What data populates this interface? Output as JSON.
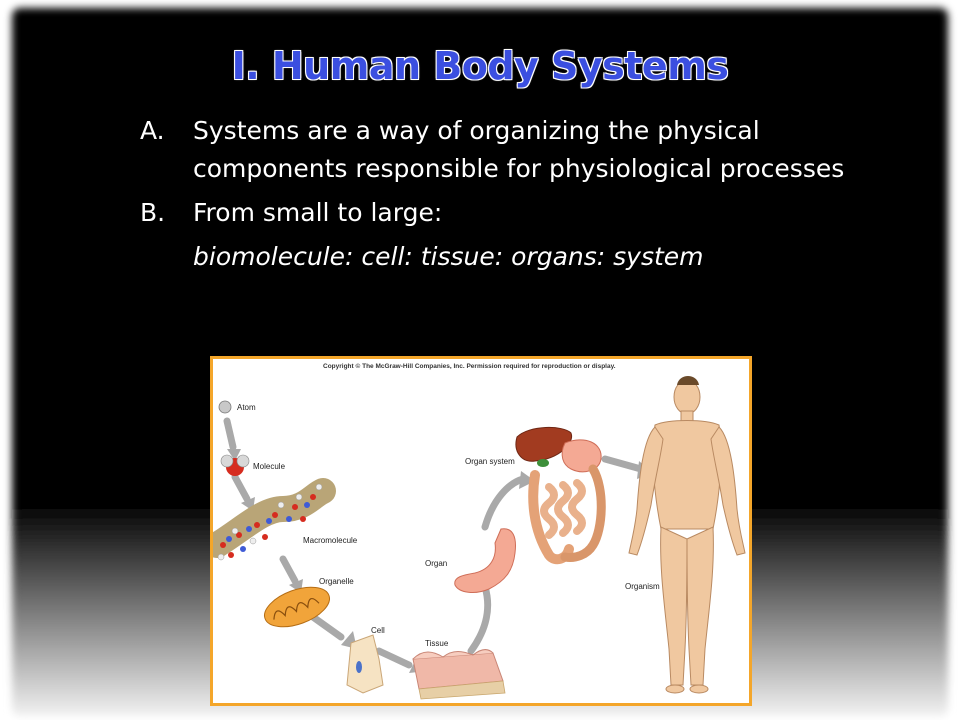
{
  "slide": {
    "title": "I. Human Body Systems",
    "bullets": [
      {
        "label": "A.",
        "text": "Systems are a way of organizing the physical components responsible for physiological processes"
      },
      {
        "label": "B.",
        "text": "From small to large:"
      }
    ],
    "subline": "biomolecule: cell: tissue: organs: system"
  },
  "figure": {
    "copyright": "Copyright © The McGraw-Hill Companies, Inc. Permission required for reproduction or display.",
    "labels": {
      "atom": "Atom",
      "molecule": "Molecule",
      "macromolecule": "Macromolecule",
      "organelle": "Organelle",
      "cell": "Cell",
      "tissue": "Tissue",
      "organ": "Organ",
      "organ_system": "Organ system",
      "organism": "Organism"
    },
    "colors": {
      "border": "#f4a62a",
      "arrow": "#a9a9a9",
      "title": "#3b4fe0"
    }
  }
}
